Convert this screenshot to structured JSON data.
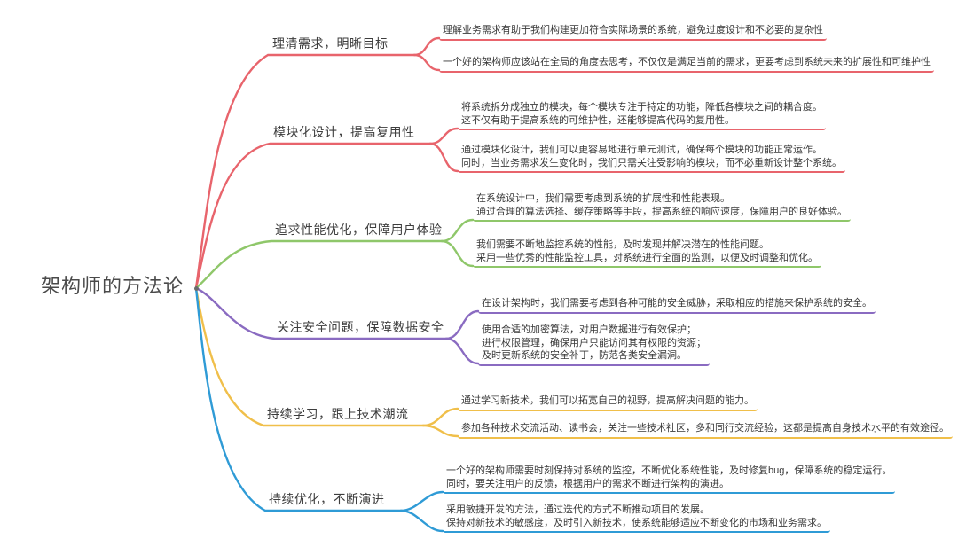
{
  "root": {
    "label": "架构师的方法论"
  },
  "branches": [
    {
      "label": "理清需求，明晰目标",
      "color": "#e8646c",
      "children": [
        {
          "text": "理解业务需求有助于我们构建更加符合实际场景的系统，避免过度设计和不必要的复杂性"
        },
        {
          "text": "一个好的架构师应该站在全局的角度去思考，不仅仅是满足当前的需求，更要考虑到系统未来的扩展性和可维护性"
        }
      ]
    },
    {
      "label": "模块化设计，提高复用性",
      "color": "#e8646c",
      "children": [
        {
          "text": "将系统拆分成独立的模块，每个模块专注于特定的功能，降低各模块之间的耦合度。\n这不仅有助于提高系统的可维护性，还能够提高代码的复用性。"
        },
        {
          "text": "通过模块化设计，我们可以更容易地进行单元测试，确保每个模块的功能正常运作。\n同时，当业务需求发生变化时，我们只需关注受影响的模块，而不必重新设计整个系统。"
        }
      ]
    },
    {
      "label": "追求性能优化，保障用户体验",
      "color": "#8fc76a",
      "children": [
        {
          "text": "在系统设计中，我们需要考虑到系统的扩展性和性能表现。\n通过合理的算法选择、缓存策略等手段，提高系统的响应速度，保障用户的良好体验。"
        },
        {
          "text": "我们需要不断地监控系统的性能，及时发现并解决潜在的性能问题。\n采用一些优秀的性能监控工具，对系统进行全面的监测，以便及时调整和优化。"
        }
      ]
    },
    {
      "label": "关注安全问题，保障数据安全",
      "color": "#8a6bc1",
      "children": [
        {
          "text": "在设计架构时，我们需要考虑到各种可能的安全威胁，采取相应的措施来保护系统的安全。"
        },
        {
          "text": "使用合适的加密算法，对用户数据进行有效保护；\n进行权限管理，确保用户只能访问其有权限的资源；\n及时更新系统的安全补丁，防范各类安全漏洞。"
        }
      ]
    },
    {
      "label": "持续学习，跟上技术潮流",
      "color": "#f0bf4a",
      "children": [
        {
          "text": "通过学习新技术，我们可以拓宽自己的视野，提高解决问题的能力。"
        },
        {
          "text": "参加各种技术交流活动、读书会，关注一些技术社区，多和同行交流经验，这都是提高自身技术水平的有效途径。"
        }
      ]
    },
    {
      "label": "持续优化，不断演进",
      "color": "#2f9bd6",
      "children": [
        {
          "text": "一个好的架构师需要时刻保持对系统的监控，不断优化系统性能，及时修复bug，保障系统的稳定运行。\n同时，要关注用户的反馈，根据用户的需求不断进行架构的演进。"
        },
        {
          "text": "采用敏捷开发的方法，通过迭代的方式不断推动项目的发展。\n保持对新技术的敏感度，及时引入新技术，使系统能够适应不断变化的市场和业务需求。"
        }
      ]
    }
  ]
}
